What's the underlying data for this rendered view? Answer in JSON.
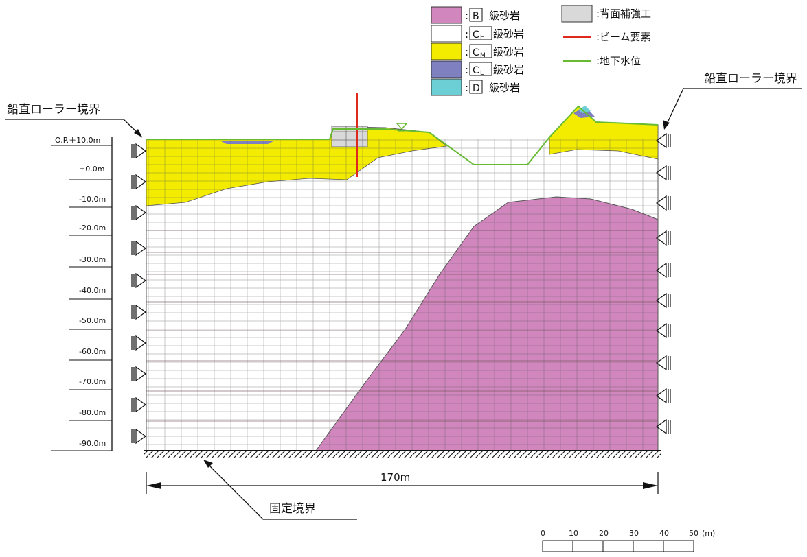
{
  "legend": {
    "items": [
      {
        "key": "B",
        "label": "級砂岩",
        "color": "#d187bd"
      },
      {
        "key": "CH",
        "main": "C",
        "sub": "H",
        "label": "級砂岩",
        "color": "#ffffff"
      },
      {
        "key": "CM",
        "main": "C",
        "sub": "M",
        "label": "級砂岩",
        "color": "#f3ec00"
      },
      {
        "key": "CL",
        "main": "C",
        "sub": "L",
        "label": "級砂岩",
        "color": "#7f80c0"
      },
      {
        "key": "D",
        "label": "級砂岩",
        "color": "#6dcfd6"
      }
    ],
    "extra": [
      {
        "label": ":背面補強工",
        "type": "box",
        "color": "#d9d9d9"
      },
      {
        "label": ":ビーム要素",
        "type": "line",
        "color": "#e0281c"
      },
      {
        "label": ":地下水位",
        "type": "line",
        "color": "#66bb33"
      }
    ]
  },
  "labels": {
    "left_boundary": "鉛直ローラー境界",
    "right_boundary": "鉛直ローラー境界",
    "fixed_boundary": "固定境界",
    "width": "170m"
  },
  "elevations": [
    "O.P.＋10.0m",
    "±0.0m",
    "-10.0m",
    "-20.0m",
    "-30.0m",
    "-40.0m",
    "-50.0m",
    "-60.0m",
    "-70.0m",
    "-80.0m",
    "-90.0m"
  ],
  "scale": {
    "ticks": [
      "0",
      "10",
      "20",
      "30",
      "40",
      "50"
    ],
    "unit": "(m)"
  }
}
